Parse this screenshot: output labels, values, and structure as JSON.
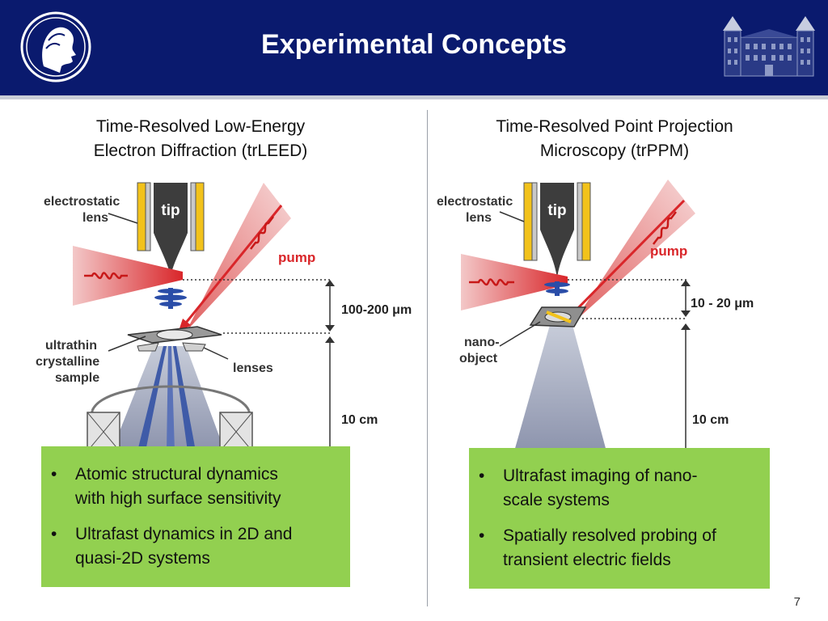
{
  "header": {
    "title": "Experimental Concepts"
  },
  "left": {
    "title_line1": "Time-Resolved Low-Energy",
    "title_line2": "Electron Diffraction (trLEED)",
    "diagram": {
      "lens_line1": "electrostatic",
      "lens_line2": "lens",
      "tip": "tip",
      "pump": "pump",
      "distance_short": "100-200 μm",
      "sample_line1": "ultrathin",
      "sample_line2": "crystalline",
      "sample_line3": "sample",
      "lenses": "lenses",
      "distance_long": "10 cm"
    },
    "bullets": [
      {
        "line1": "Atomic structural dynamics",
        "line2": "with high surface sensitivity"
      },
      {
        "line1": "Ultrafast dynamics in 2D and",
        "line2": "quasi-2D systems"
      }
    ]
  },
  "right": {
    "title_line1": "Time-Resolved Point Projection",
    "title_line2": "Microscopy (trPPM)",
    "diagram": {
      "lens_line1": "electrostatic",
      "lens_line2": "lens",
      "tip": "tip",
      "pump": "pump",
      "distance_short": "10 - 20 μm",
      "object_line1": "nano-",
      "object_line2": "object",
      "distance_long": "10 cm"
    },
    "bullets": [
      {
        "line1": "Ultrafast imaging of nano-",
        "line2": "scale systems"
      },
      {
        "line1": "Spatially resolved probing of",
        "line2": "transient electric fields"
      }
    ]
  },
  "footer": {
    "page_number": "7"
  },
  "colors": {
    "header_bg": "#0a1a6e",
    "green_box": "#92d050",
    "pump_red": "#d9262a",
    "electron_blue": "#2a4da8",
    "lens_yellow": "#f2c21b"
  }
}
